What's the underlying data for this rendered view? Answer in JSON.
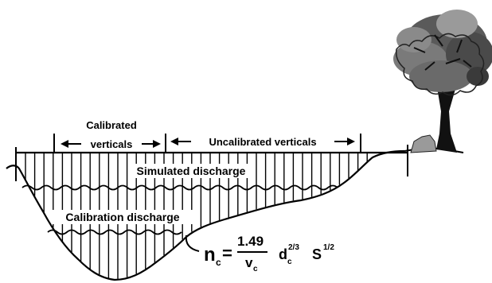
{
  "labels": {
    "calibrated_line1": "Calibrated",
    "calibrated_line2": "verticals",
    "uncalibrated": "Uncalibrated verticals",
    "simulated": "Simulated discharge",
    "calibration": "Calibration discharge"
  },
  "equation": {
    "lhs_base": "n",
    "lhs_sub": "c",
    "equals": "=",
    "numerator": "1.49",
    "denominator_base": "v",
    "denominator_sub": "c",
    "depth_base": "d",
    "depth_sub": "c",
    "depth_exp": "2/3",
    "slope_base": "S",
    "slope_exp": "1/2"
  },
  "colors": {
    "ink": "#000000",
    "background": "#ffffff",
    "tree_foliage_dark": "#3a3a3a",
    "tree_foliage_light": "#8a8a8a",
    "trunk": "#111111"
  },
  "icons": {
    "tree": "tree-icon"
  }
}
